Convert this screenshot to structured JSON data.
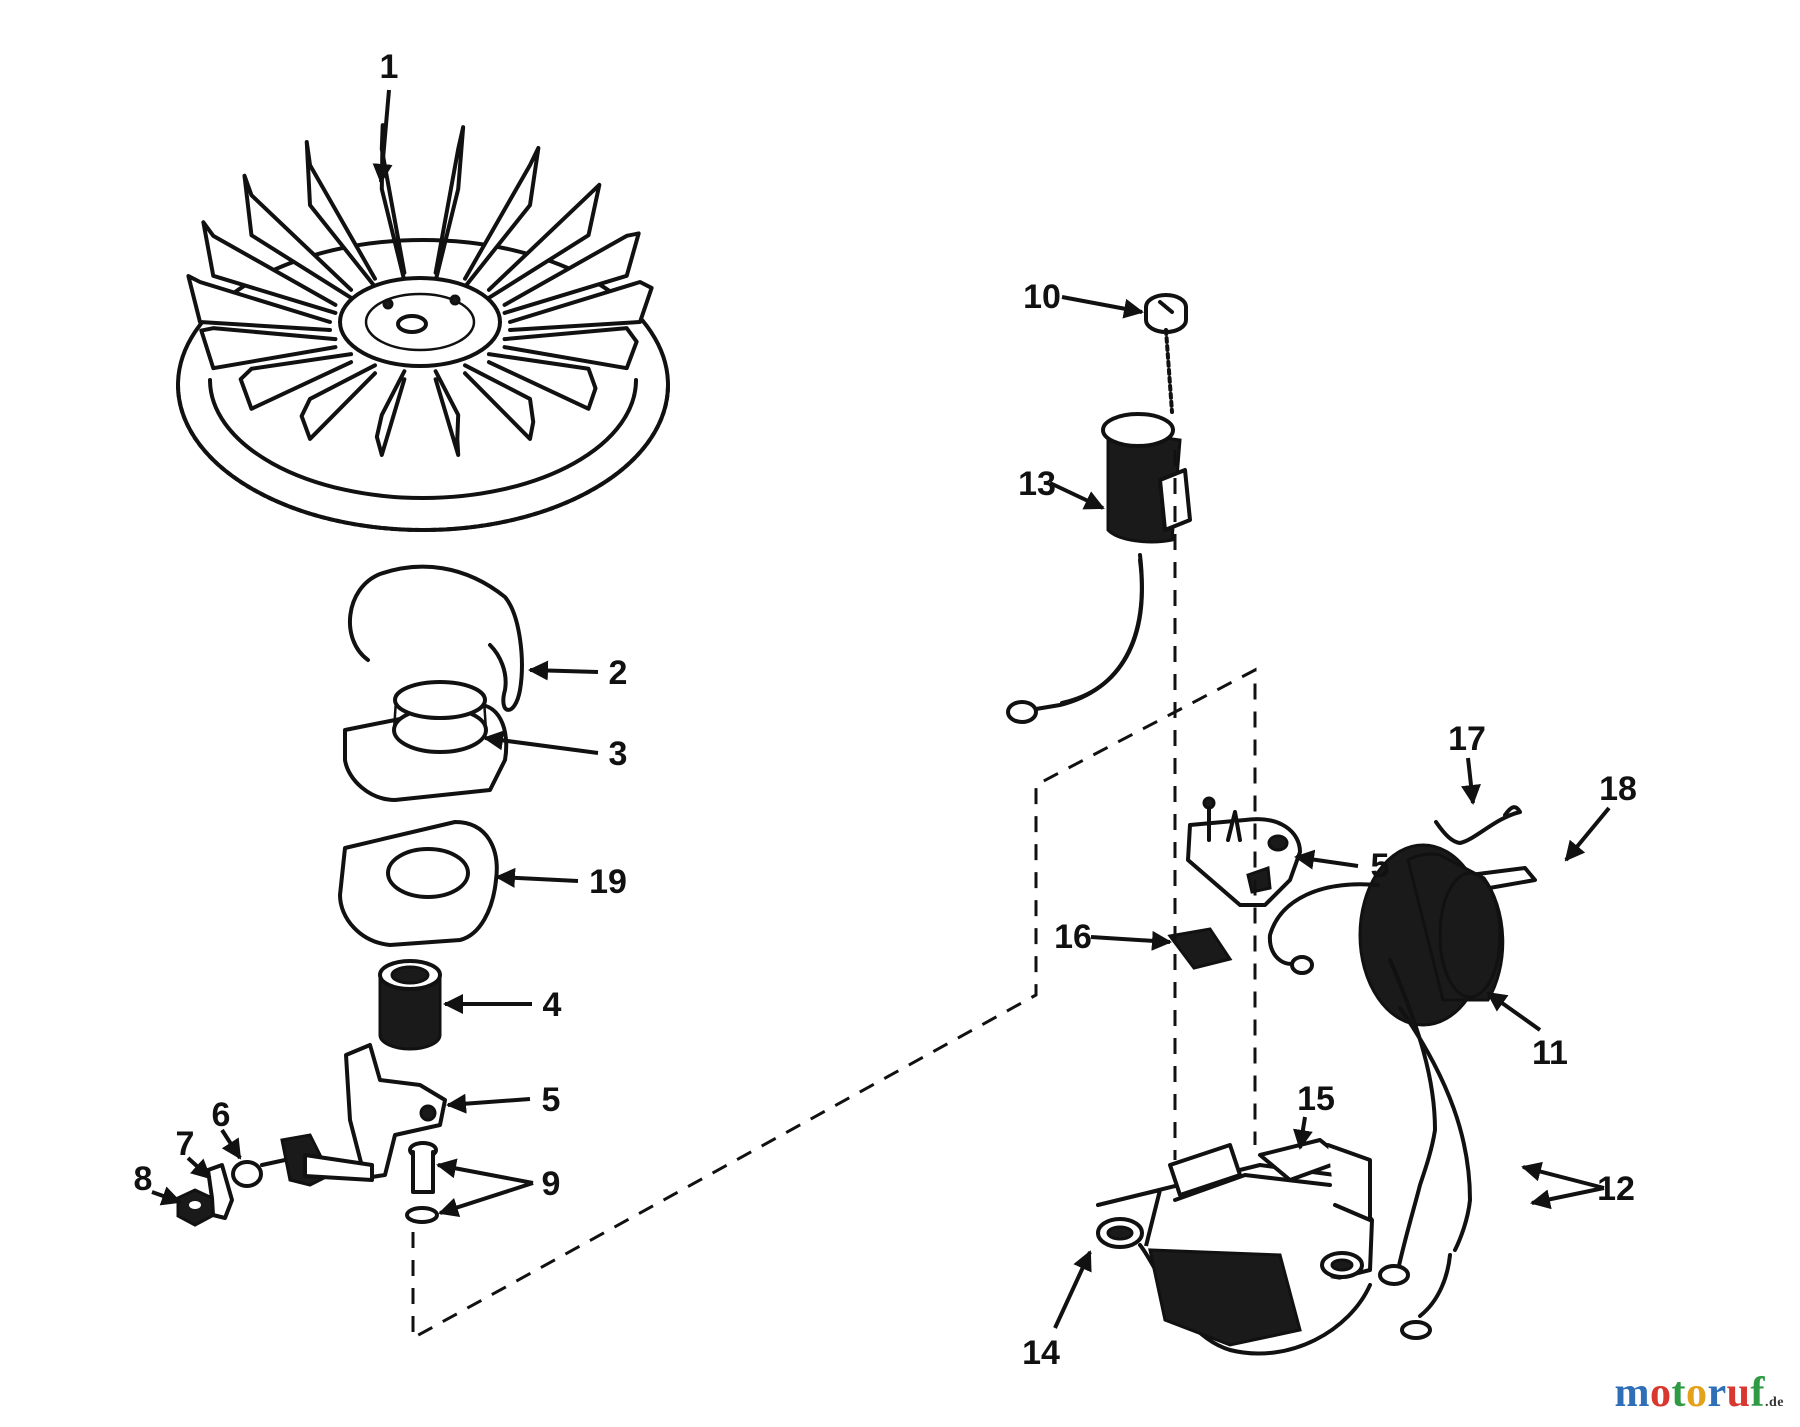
{
  "callouts": {
    "c1": "1",
    "c2": "2",
    "c3": "3",
    "c4": "4",
    "c5a": "5",
    "c5b": "5",
    "c6": "6",
    "c7": "7",
    "c8": "8",
    "c9": "9",
    "c10": "10",
    "c11": "11",
    "c12": "12",
    "c13": "13",
    "c14": "14",
    "c15": "15",
    "c16": "16",
    "c17": "17",
    "c18": "18",
    "c19": "19"
  },
  "watermark": {
    "letters": [
      "m",
      "o",
      "t",
      "o",
      "r",
      "u",
      "f"
    ],
    "colors": [
      "#2f6fb8",
      "#d8382f",
      "#2f9a44",
      "#e3a21a",
      "#2f6fb8",
      "#d8382f",
      "#2f9a44"
    ],
    "suffix": ".de"
  }
}
